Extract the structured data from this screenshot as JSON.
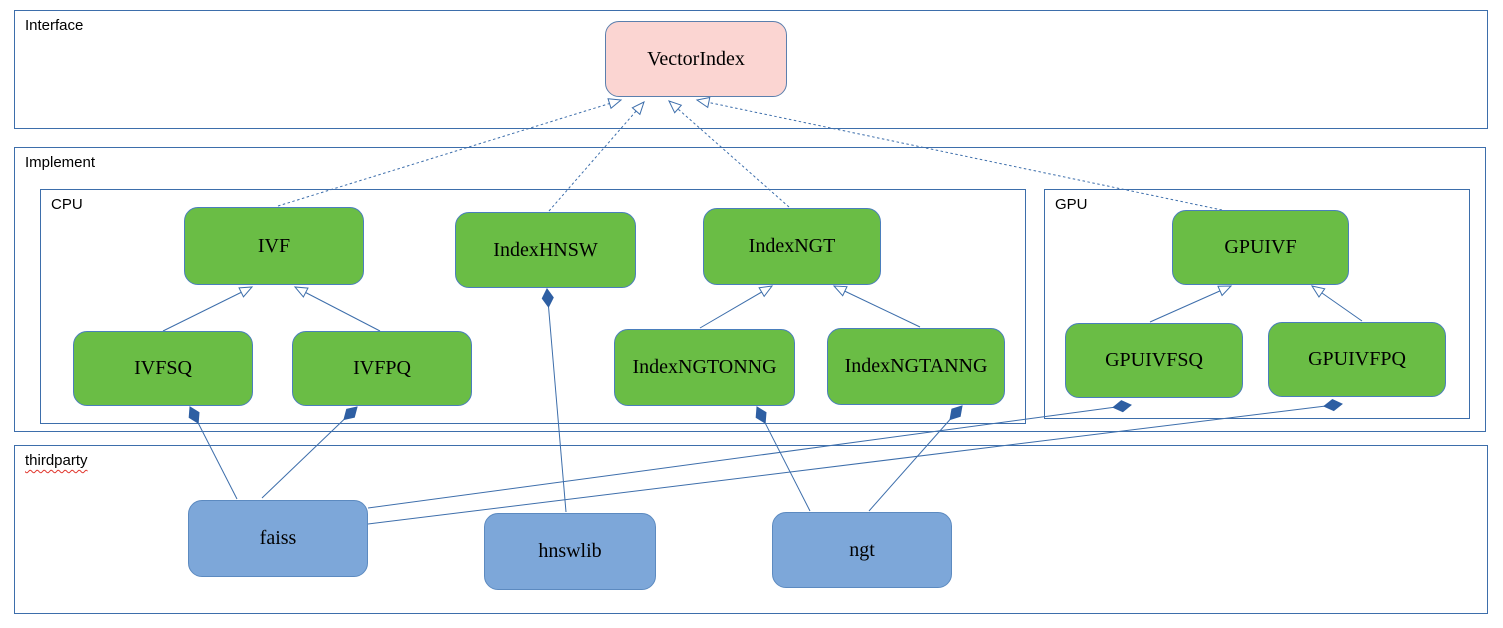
{
  "diagram": {
    "containers": [
      {
        "id": "interface",
        "label": "Interface"
      },
      {
        "id": "implement",
        "label": "Implement"
      },
      {
        "id": "cpu",
        "label": "CPU"
      },
      {
        "id": "gpu",
        "label": "GPU"
      },
      {
        "id": "thirdparty",
        "label": "thirdparty"
      }
    ],
    "nodes": [
      {
        "id": "vectorindex",
        "label": "VectorIndex",
        "kind": "interface",
        "container": "interface"
      },
      {
        "id": "ivf",
        "label": "IVF",
        "kind": "class",
        "container": "cpu"
      },
      {
        "id": "indexhnsw",
        "label": "IndexHNSW",
        "kind": "class",
        "container": "cpu"
      },
      {
        "id": "indexngt",
        "label": "IndexNGT",
        "kind": "class",
        "container": "cpu"
      },
      {
        "id": "ivfsq",
        "label": "IVFSQ",
        "kind": "class",
        "container": "cpu"
      },
      {
        "id": "ivfpq",
        "label": "IVFPQ",
        "kind": "class",
        "container": "cpu"
      },
      {
        "id": "indexngtonng",
        "label": "IndexNGTONNG",
        "kind": "class",
        "container": "cpu"
      },
      {
        "id": "indexngtanng",
        "label": "IndexNGTANNG",
        "kind": "class",
        "container": "cpu"
      },
      {
        "id": "gpuivf",
        "label": "GPUIVF",
        "kind": "class",
        "container": "gpu"
      },
      {
        "id": "gpuivfsq",
        "label": "GPUIVFSQ",
        "kind": "class",
        "container": "gpu"
      },
      {
        "id": "gpuivfpq",
        "label": "GPUIVFPQ",
        "kind": "class",
        "container": "gpu"
      },
      {
        "id": "faiss",
        "label": "faiss",
        "kind": "library",
        "container": "thirdparty"
      },
      {
        "id": "hnswlib",
        "label": "hnswlib",
        "kind": "library",
        "container": "thirdparty"
      },
      {
        "id": "ngt",
        "label": "ngt",
        "kind": "library",
        "container": "thirdparty"
      }
    ],
    "edges": [
      {
        "from": "IVF",
        "to": "VectorIndex",
        "type": "realization"
      },
      {
        "from": "IndexHNSW",
        "to": "VectorIndex",
        "type": "realization"
      },
      {
        "from": "IndexNGT",
        "to": "VectorIndex",
        "type": "realization"
      },
      {
        "from": "GPUIVF",
        "to": "VectorIndex",
        "type": "realization"
      },
      {
        "from": "IVFSQ",
        "to": "IVF",
        "type": "generalization"
      },
      {
        "from": "IVFPQ",
        "to": "IVF",
        "type": "generalization"
      },
      {
        "from": "IndexNGTONNG",
        "to": "IndexNGT",
        "type": "generalization"
      },
      {
        "from": "IndexNGTANNG",
        "to": "IndexNGT",
        "type": "generalization"
      },
      {
        "from": "GPUIVFSQ",
        "to": "GPUIVF",
        "type": "generalization"
      },
      {
        "from": "GPUIVFPQ",
        "to": "GPUIVF",
        "type": "generalization"
      },
      {
        "from": "faiss",
        "to": "IVFSQ",
        "type": "composition"
      },
      {
        "from": "faiss",
        "to": "IVFPQ",
        "type": "composition"
      },
      {
        "from": "faiss",
        "to": "GPUIVFSQ",
        "type": "composition"
      },
      {
        "from": "faiss",
        "to": "GPUIVFPQ",
        "type": "composition"
      },
      {
        "from": "hnswlib",
        "to": "IndexHNSW",
        "type": "composition"
      },
      {
        "from": "ngt",
        "to": "IndexNGTONNG",
        "type": "composition"
      },
      {
        "from": "ngt",
        "to": "IndexNGTANNG",
        "type": "composition"
      }
    ],
    "colors": {
      "interface_fill": "#fbd5d2",
      "class_fill": "#6abd45",
      "library_fill": "#7da7d9",
      "connector_line": "#3d6eab",
      "container_border": "#3d6eab",
      "diamond_fill": "#2e5fa3",
      "spellcheck_underline": "#e0342b"
    }
  }
}
